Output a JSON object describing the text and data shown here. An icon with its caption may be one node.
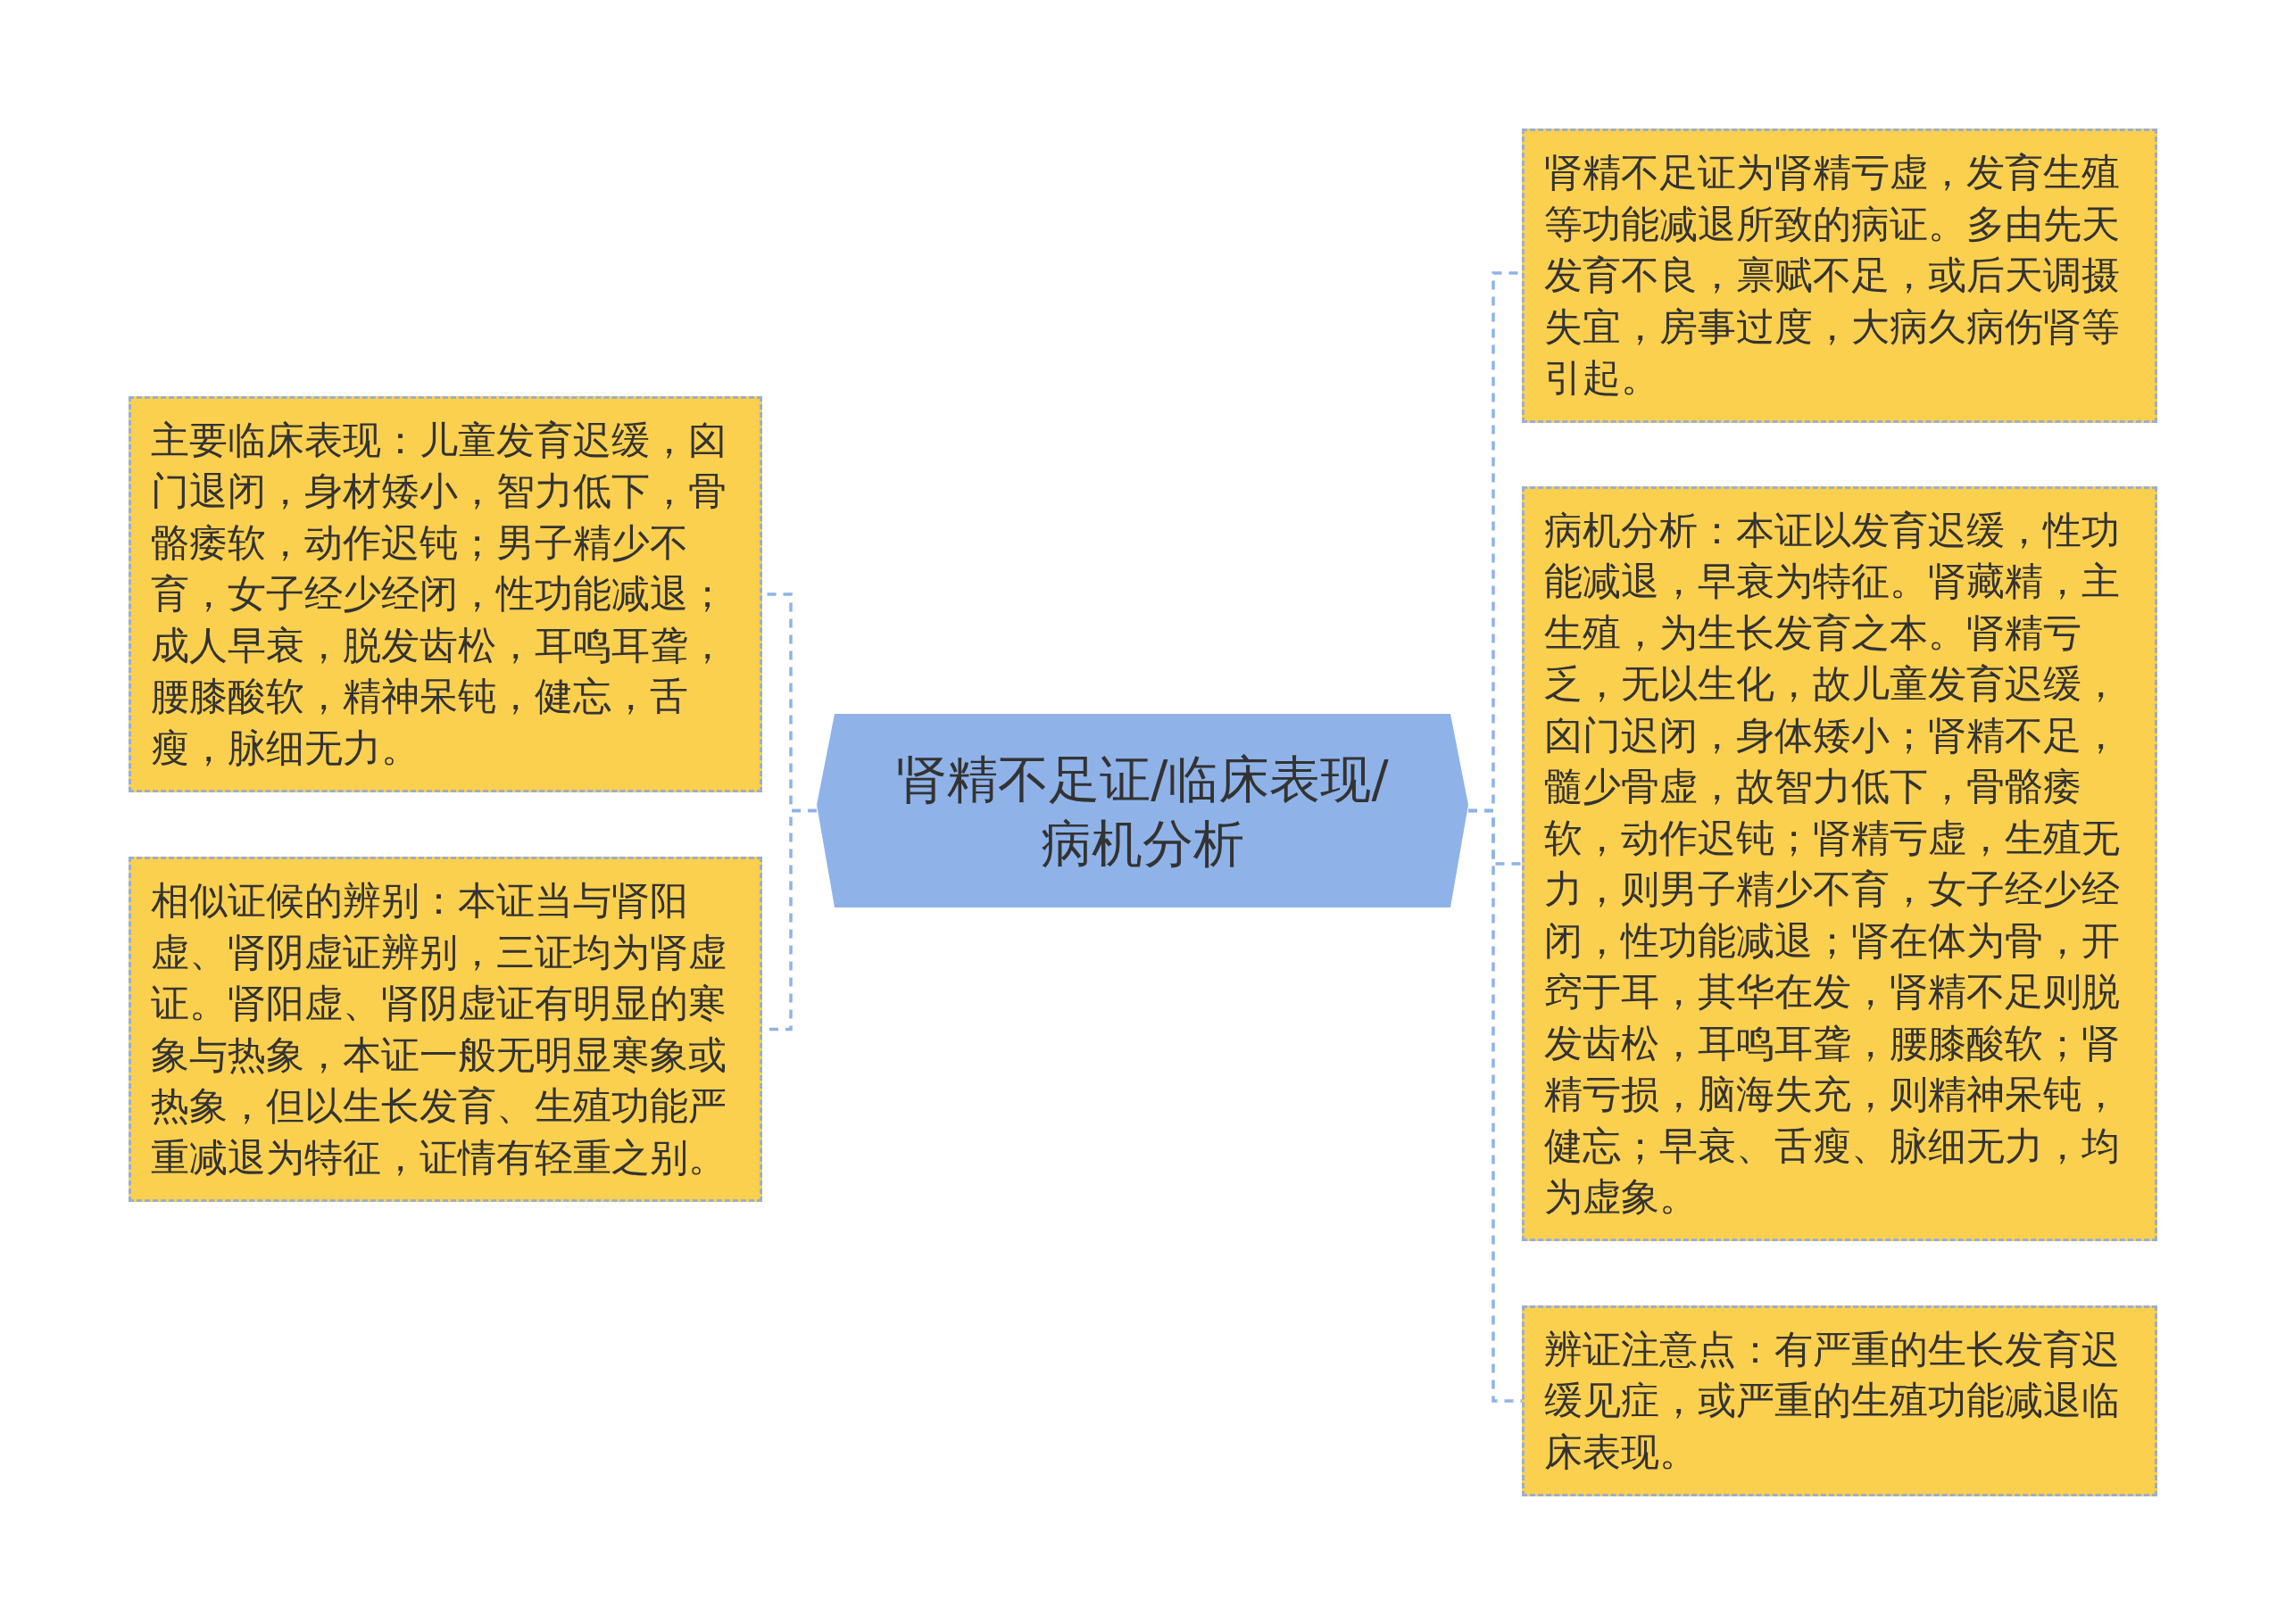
{
  "diagram": {
    "nodes": [
      {
        "text": [
          "肾精不足证/临床表现/病机分析"
        ]
      },
      {
        "text": [
          "主要临床表现：儿童发育迟缓，囟门退闭，身材矮小，智力低下，骨骼痿软，动作迟钝；男子精少不育，女子经少经闭，性功能减退；成人早衰，脱发齿松，耳鸣耳聋，腰膝酸软，精神呆钝，健忘，舌瘦，脉细无力。"
        ]
      },
      {
        "text": [
          "相似证候的辨别：本证当与肾阳虚、肾阴虚证辨别，三证均为肾虚证。肾阳虚、肾阴虚证有明显的寒象与热象，本证一般无明显寒象或热象，但以生长发育、生殖功能严重减退为特征，证情有轻重之别。"
        ]
      },
      {
        "text": [
          "肾精不足证为肾精亏虚，发育生殖等功能减退所致的病证。多由先天发育不良，禀赋不足，或后天调摄失宜，房事过度，大病久病伤肾等引起。"
        ]
      },
      {
        "text": [
          "病机分析：本证以发育迟缓，性功能减退，早衰为特征。肾藏精，主生殖，为生长发育之本。肾精亏乏，无以生化，故儿童发育迟缓，囟门迟闭，身体矮小；肾精不足，髓少骨虚，故智力低下，骨骼痿软，动作迟钝；肾精亏虚，生殖无力，则男子精少不育，女子经少经闭，性功能减退；肾在体为骨，开窍于耳，其华在发，肾精不足则脱发齿松，耳鸣耳聋，腰膝酸软；肾精亏损，脑海失充，则精神呆钝，健忘；早衰、舌瘦、脉细无力，均为虚象。"
        ]
      },
      {
        "text": [
          "辨证注意点：有严重的生长发育迟缓见症，或严重的生殖功能减退临床表现。"
        ]
      }
    ],
    "edges": [
      {
        "from": 0,
        "to": 1,
        "arrow": "none",
        "style": "dashed"
      },
      {
        "from": 0,
        "to": 2,
        "arrow": "none",
        "style": "dashed"
      },
      {
        "from": 0,
        "to": 3,
        "arrow": "none",
        "style": "dashed"
      },
      {
        "from": 0,
        "to": 4,
        "arrow": "none",
        "style": "dashed"
      },
      {
        "from": 0,
        "to": 5,
        "arrow": "none",
        "style": "dashed"
      }
    ]
  }
}
